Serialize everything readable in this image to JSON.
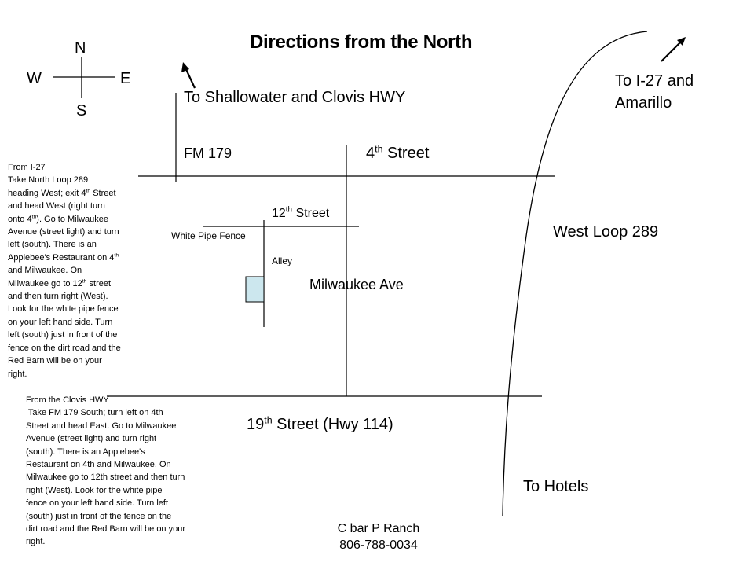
{
  "title": "Directions from the North",
  "compass": {
    "north": "N",
    "south": "S",
    "east": "E",
    "west": "W"
  },
  "labels": {
    "shallowater": "To Shallowater and Clovis HWY",
    "i27_line1": "To I-27 and",
    "i27_line2": "Amarillo",
    "fm179": "FM 179",
    "fourth_num": "4",
    "fourth_sup": "th",
    "fourth_rest": " Street",
    "twelfth_num": "12",
    "twelfth_sup": "th",
    "twelfth_rest": " Street",
    "white_pipe_fence": "White Pipe Fence",
    "alley": "Alley",
    "milwaukee": "Milwaukee Ave",
    "west_loop": "West Loop 289",
    "nineteenth_num": "19",
    "nineteenth_sup": "th",
    "nineteenth_rest": " Street (Hwy 114)",
    "hotels": "To Hotels"
  },
  "directions_i27": {
    "l1": "From I-27",
    "l2": "Take North Loop 289",
    "l3a": "heading West; exit 4",
    "l3s": "th",
    "l3b": " Street",
    "l4": "and head West (right turn",
    "l5a": "onto 4",
    "l5s": "th",
    "l5b": ").  Go to Milwaukee",
    "l6": "Avenue (street light) and turn",
    "l7": "left (south).  There is an",
    "l8a": "Applebee's Restaurant on 4",
    "l8s": "th",
    "l9": "and Milwaukee.  On",
    "l10a": "Milwaukee go to 12",
    "l10s": "th",
    "l10b": " street",
    "l11": "and then turn right (West).",
    "l12": "Look for the white pipe fence",
    "l13": "on your left hand side.  Turn",
    "l14": "left (south) just in front of the",
    "l15": "fence on the dirt road and the",
    "l16": "Red Barn will be on your",
    "l17": "right."
  },
  "directions_clovis": [
    "From the Clovis HWY",
    " Take FM 179 South; turn left on 4th",
    "Street and head East. Go to Milwaukee",
    "Avenue (street light) and turn right",
    "(south).  There is an Applebee's",
    "Restaurant on 4th and Milwaukee.  On",
    "Milwaukee go to 12th street and then turn",
    "right (West).  Look for the white pipe",
    "fence on your left hand side.  Turn left",
    "(south) just in front of the fence on the",
    "dirt road and the Red Barn will be on your",
    "right."
  ],
  "footer": {
    "name": "C bar P Ranch",
    "phone": "806-788-0034"
  },
  "colors": {
    "fence_box": "#cce7ee",
    "lines": "#000000"
  }
}
